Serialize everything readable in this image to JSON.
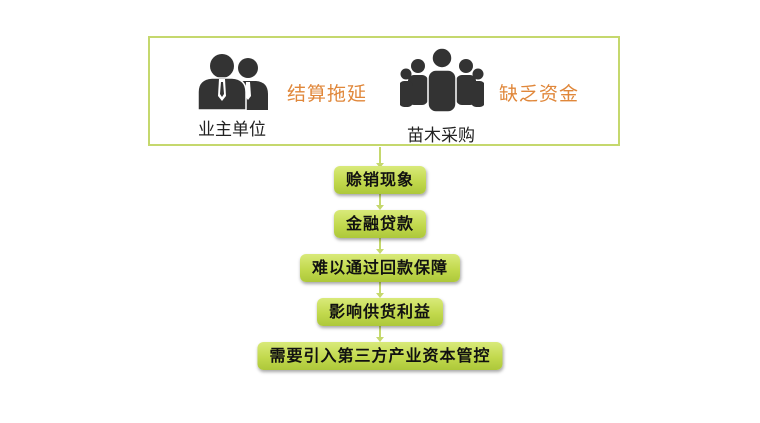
{
  "top": {
    "owner_label": "业主单位",
    "settlement_delay": "结算拖延",
    "nursery_label": "苗木采购",
    "lack_funds": "缺乏资金"
  },
  "steps": [
    "赊销现象",
    "金融贷款",
    "难以通过回款保障",
    "影响供货利益",
    "需要引入第三方产业资本管控"
  ],
  "colors": {
    "accent_green": "#c2d94d",
    "border_green": "#c5d86d",
    "orange_text": "#e0873a",
    "icon_dark": "#333333"
  },
  "icons": {
    "owner": "business-people-icon",
    "nursery": "group-people-icon"
  }
}
